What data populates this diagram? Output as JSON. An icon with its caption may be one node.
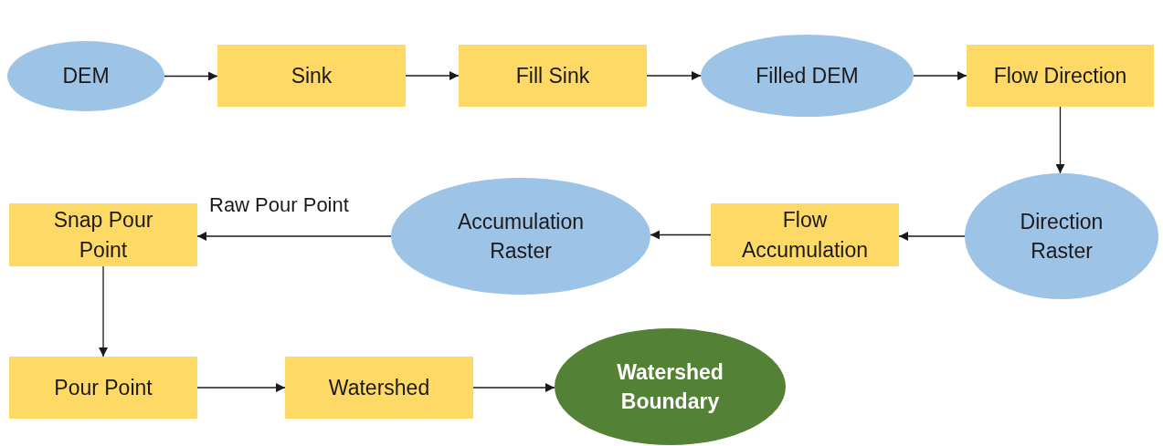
{
  "diagram": {
    "nodes": [
      {
        "text": [
          "DEM"
        ]
      },
      {
        "text": [
          "Sink"
        ]
      },
      {
        "text": [
          "Fill Sink"
        ]
      },
      {
        "text": [
          "Filled DEM"
        ]
      },
      {
        "text": [
          "Flow Direction"
        ]
      },
      {
        "text": [
          "Direction Raster"
        ]
      },
      {
        "text": [
          "Flow Accumulation"
        ]
      },
      {
        "text": [
          "Accumulation Raster"
        ]
      },
      {
        "text": [
          "Snap Pour Point"
        ]
      },
      {
        "text": [
          "Pour Point"
        ]
      },
      {
        "text": [
          "Watershed"
        ]
      },
      {
        "text": [
          "Watershed Boundary"
        ]
      }
    ],
    "edges": [
      {
        "from": 0,
        "to": 1,
        "arrow": "to"
      },
      {
        "from": 1,
        "to": 2,
        "arrow": "to"
      },
      {
        "from": 2,
        "to": 3,
        "arrow": "to"
      },
      {
        "from": 3,
        "to": 4,
        "arrow": "to"
      },
      {
        "from": 4,
        "to": 5,
        "arrow": "to"
      },
      {
        "from": 5,
        "to": 6,
        "arrow": "to"
      },
      {
        "from": 6,
        "to": 7,
        "arrow": "to"
      },
      {
        "from": 7,
        "to": 8,
        "arrow": "to",
        "label": "Raw Pour Point"
      },
      {
        "from": 8,
        "to": 9,
        "arrow": "to"
      },
      {
        "from": 9,
        "to": 10,
        "arrow": "to"
      },
      {
        "from": 10,
        "to": 11,
        "arrow": "to"
      }
    ]
  }
}
